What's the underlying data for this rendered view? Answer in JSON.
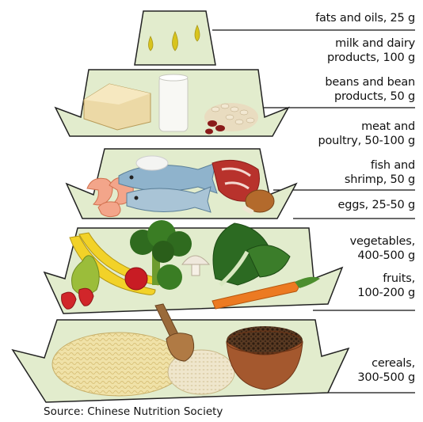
{
  "labels": {
    "fats_oils": "fats and oils, 25 g",
    "milk_1": "milk and dairy",
    "milk_2": "products, 100 g",
    "beans_1": "beans and bean",
    "beans_2": "products, 50 g",
    "meat_1": "meat and",
    "meat_2": "poultry, 50-100 g",
    "fish_1": "fish and",
    "fish_2": "shrimp, 50 g",
    "eggs": "eggs, 25-50 g",
    "veg_1": "vegetables,",
    "veg_2": "400-500 g",
    "fruits_1": "fruits,",
    "fruits_2": "100-200 g",
    "cereals_1": "cereals,",
    "cereals_2": "300-500 g"
  },
  "source": "Source: Chinese Nutrition Society",
  "colors": {
    "tray_fill": "#e2eccd",
    "tray_stroke": "#222222",
    "leader": "#111111"
  },
  "icons": [
    "oil-drop-icon",
    "tofu-icon",
    "milk-glass-icon",
    "beans-icon",
    "shrimp-icon",
    "fish-icon",
    "meat-icon",
    "drumstick-icon",
    "banana-icon",
    "pear-icon",
    "strawberry-icon",
    "apple-icon",
    "broccoli-icon",
    "mushroom-icon",
    "bok-choy-icon",
    "carrot-icon",
    "noodles-icon",
    "rice-scoop-icon",
    "grain-bowl-icon"
  ]
}
